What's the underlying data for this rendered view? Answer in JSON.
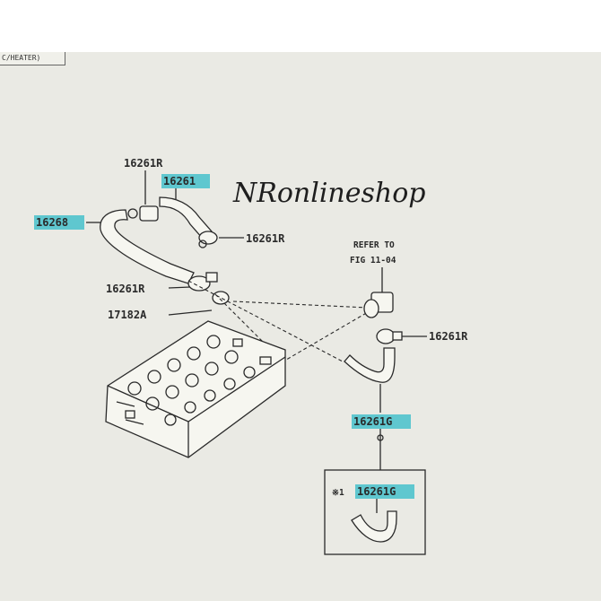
{
  "sheet_tab": "C/HEATER)",
  "watermark": "NRonlineshop",
  "refer_note": {
    "line1": "REFER TO",
    "line2": "FIG 11-04"
  },
  "labels": {
    "clamp_top": "16261R",
    "hose_top": "16261",
    "hose_left": "16268",
    "clamp_right_top": "16261R",
    "clamp_left_mid": "16261R",
    "part_17182": "17182A",
    "clamp_right_mid": "16261R",
    "hose_lower": "16261G",
    "inset_marker": "※1",
    "inset_part": "16261G"
  },
  "colors": {
    "highlight": "#5fc7cf",
    "paper": "#eaeae4",
    "ink": "#2a2a2a"
  }
}
